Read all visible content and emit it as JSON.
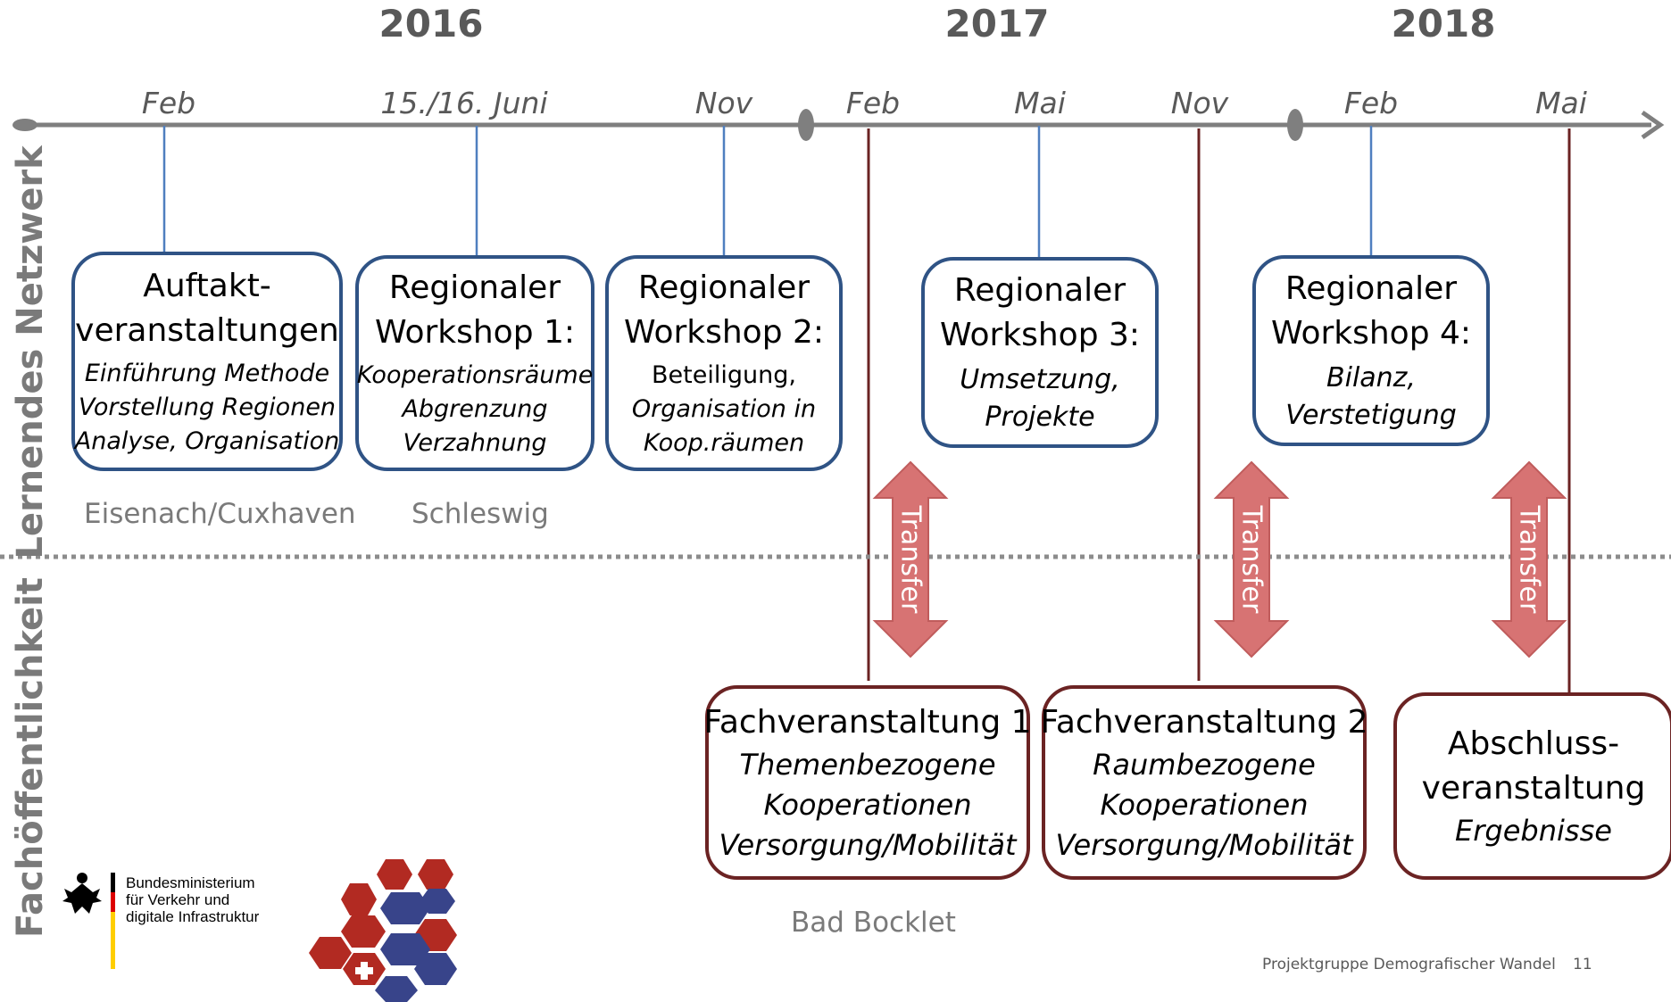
{
  "years": [
    "2016",
    "2017",
    "2018"
  ],
  "months": [
    "Feb",
    "15./16. Juni",
    "Nov",
    "Feb",
    "Mai",
    "Nov",
    "Feb",
    "Mai"
  ],
  "side_labels": {
    "top": "Lernendes Netzwerk",
    "bottom": "Fachöffentlichkeit"
  },
  "network_boxes": [
    {
      "title": [
        "Auftakt-",
        "veranstaltungen"
      ],
      "sub": [
        "Einführung Methode",
        "Vorstellung Regionen",
        "Analyse, Organisation"
      ]
    },
    {
      "title": [
        "Regionaler",
        "Workshop 1:"
      ],
      "sub": [
        "Kooperationsräume",
        "Abgrenzung",
        "Verzahnung"
      ]
    },
    {
      "title": [
        "Regionaler",
        "Workshop 2:"
      ],
      "sub": [
        "Beteiligung,",
        "Organisation in",
        "Koop.räumen"
      ]
    },
    {
      "title": [
        "Regionaler",
        "Workshop 3:"
      ],
      "sub": [
        "Umsetzung,",
        "Projekte"
      ]
    },
    {
      "title": [
        "Regionaler",
        "Workshop 4:"
      ],
      "sub": [
        "Bilanz,",
        "Verstetigung"
      ]
    }
  ],
  "public_boxes": [
    {
      "title": [
        "Fachveranstaltung 1"
      ],
      "sub": [
        "Themenbezogene",
        "Kooperationen",
        "Versorgung/Mobilität"
      ]
    },
    {
      "title": [
        "Fachveranstaltung 2"
      ],
      "sub": [
        "Raumbezogene",
        "Kooperationen",
        "Versorgung/Mobilität"
      ]
    },
    {
      "title": [
        "Abschluss-",
        "veranstaltung"
      ],
      "sub": [
        "Ergebnisse"
      ]
    }
  ],
  "places": [
    "Eisenach/Cuxhaven",
    "Schleswig",
    "Bad Bocklet"
  ],
  "transfer_label": "Transfer",
  "ministry": {
    "lines": [
      "Bundesministerium",
      "für Verkehr und",
      "digitale Infrastruktur"
    ]
  },
  "footer": {
    "text": "Projektgruppe Demografischer Wandel",
    "page_number": "11"
  },
  "colors": {
    "network": "#2f5385",
    "public": "#6b2323",
    "arrow_fill": "#d77373",
    "axis": "#7f7f7f",
    "separator": "#8c8c8c"
  }
}
